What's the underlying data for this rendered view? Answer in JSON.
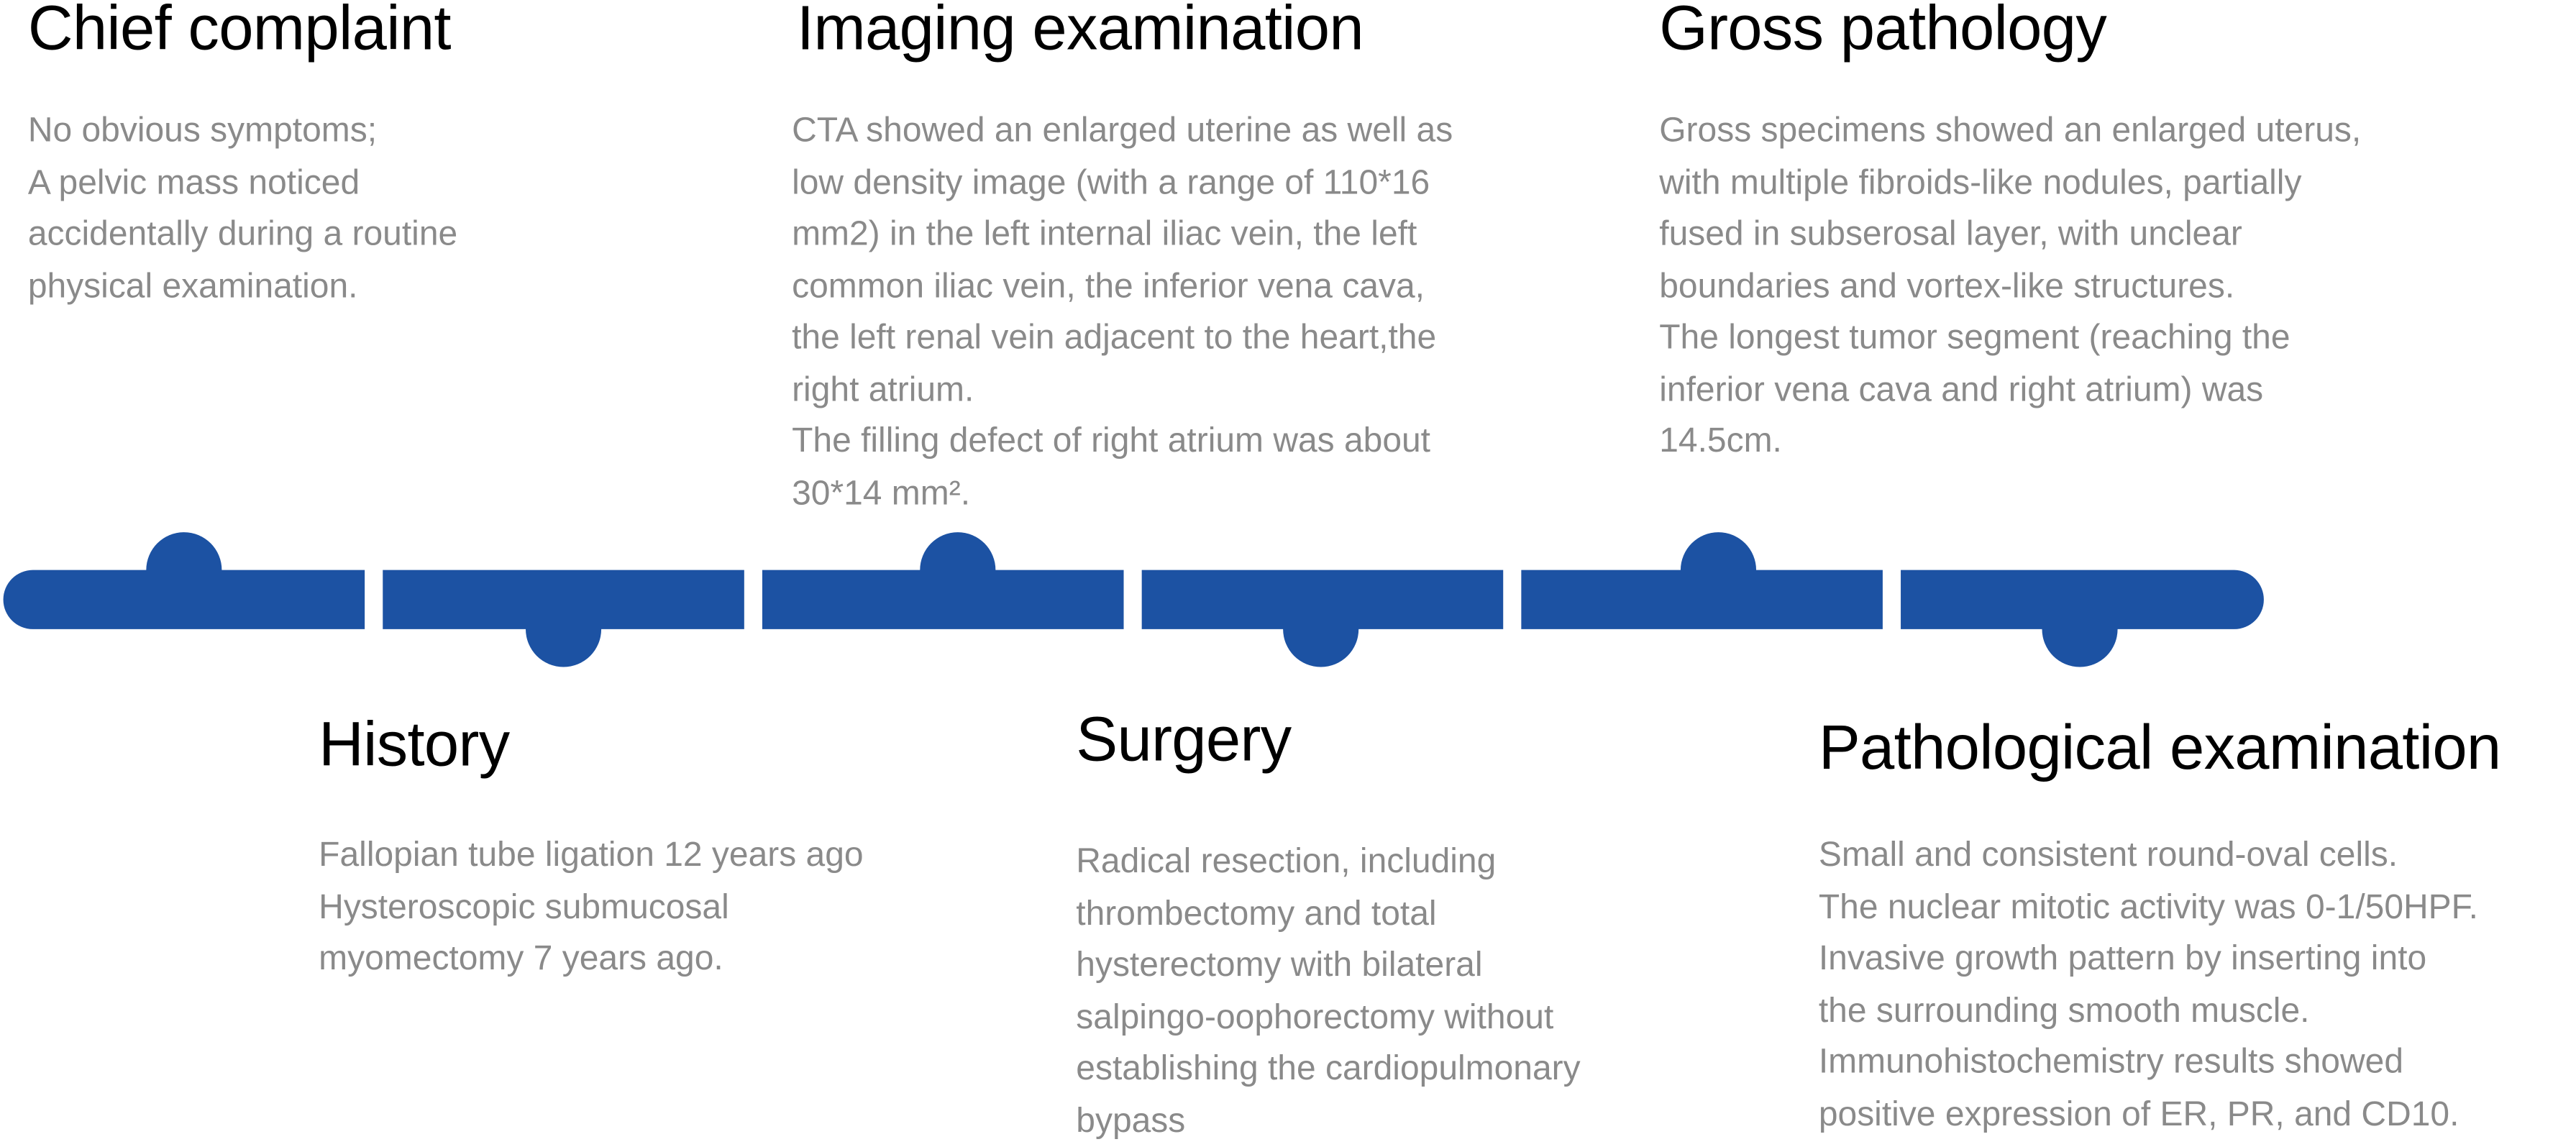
{
  "accent_color": "#1c52a3",
  "stages": [
    {
      "id": "chief-complaint",
      "icon": "circle-marker",
      "position": "above",
      "title": "Chief complaint",
      "lines": [
        "No obvious symptoms;",
        "A pelvic mass noticed",
        "accidentally during a routine",
        "physical examination."
      ]
    },
    {
      "id": "history",
      "icon": "circle-marker",
      "position": "below",
      "title": "History",
      "lines": [
        "Fallopian tube ligation 12 years ago",
        "Hysteroscopic submucosal",
        "myomectomy 7 years ago."
      ]
    },
    {
      "id": "imaging-examination",
      "icon": "circle-marker",
      "position": "above",
      "title": "Imaging examination",
      "lines": [
        "CTA showed an enlarged uterine as well as",
        "low density image (with a range of 110*16",
        "mm2) in the left internal iliac vein, the left",
        "common iliac vein, the inferior vena cava,",
        "the left renal vein adjacent to the heart,the",
        "right atrium.",
        "The filling defect of right atrium was about",
        "30*14 mm²."
      ]
    },
    {
      "id": "surgery",
      "icon": "circle-marker",
      "position": "below",
      "title": "Surgery",
      "lines": [
        "Radical resection, including",
        "thrombectomy and total",
        "hysterectomy with bilateral",
        "salpingo-oophorectomy without",
        "establishing the cardiopulmonary",
        "bypass"
      ]
    },
    {
      "id": "gross-pathology",
      "icon": "circle-marker",
      "position": "above",
      "title": "Gross pathology",
      "lines": [
        "Gross specimens showed an enlarged uterus,",
        "with multiple fibroids-like nodules, partially",
        "fused in subserosal layer, with unclear",
        "boundaries and vortex-like structures.",
        "The longest tumor segment (reaching the",
        "inferior vena cava and right atrium) was",
        "14.5cm."
      ]
    },
    {
      "id": "pathological-examination",
      "icon": "circle-marker",
      "position": "below",
      "title": "Pathological examination",
      "lines": [
        "Small and consistent round-oval cells.",
        "The nuclear mitotic activity was 0-1/50HPF.",
        "Invasive growth pattern by inserting into",
        "the surrounding smooth muscle.",
        "Immunohistochemistry results showed",
        "positive expression of ER, PR, and CD10."
      ]
    }
  ]
}
